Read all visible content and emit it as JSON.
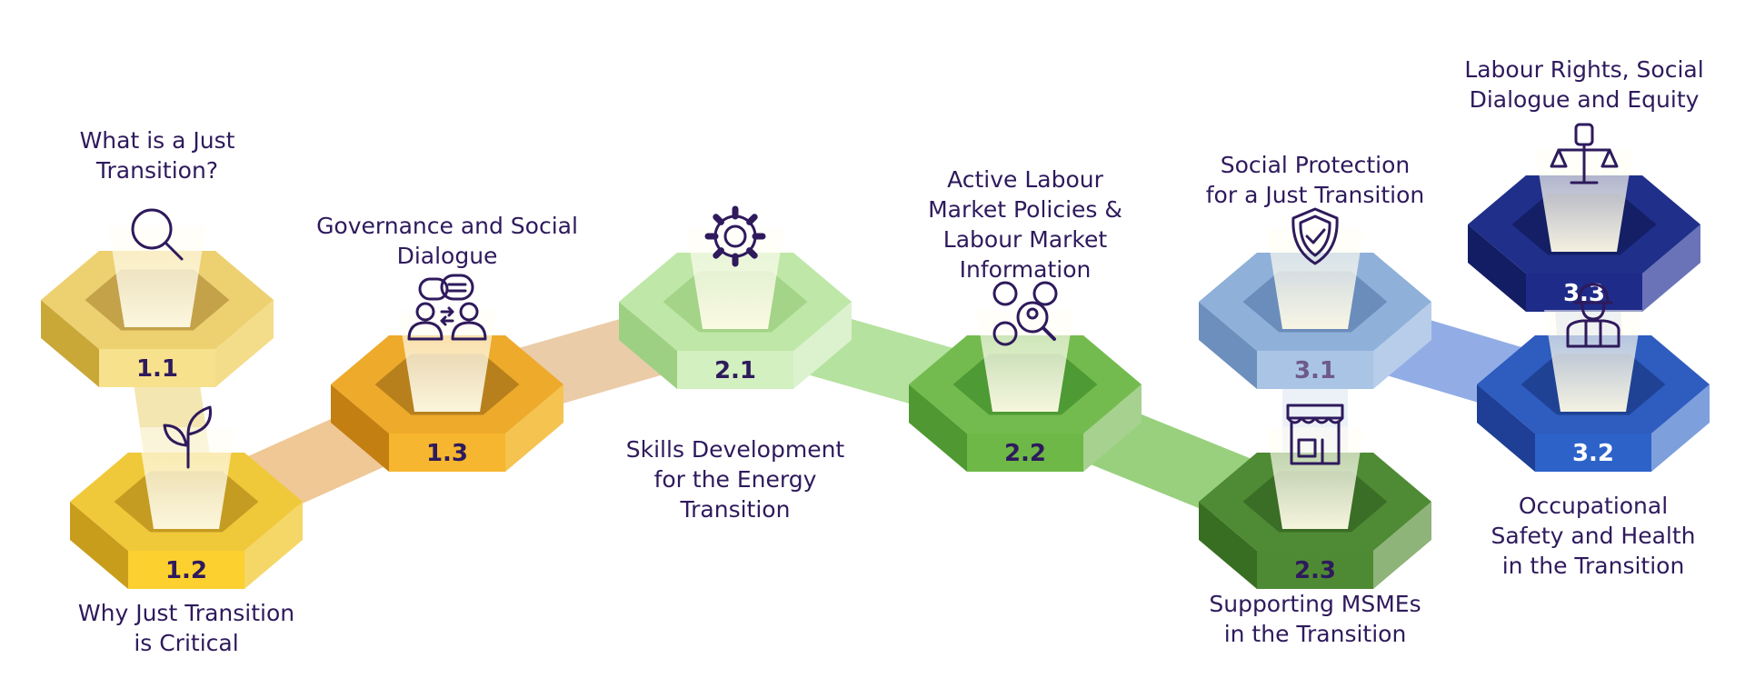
{
  "modules": [
    {
      "id": "1.1",
      "number": "1.1",
      "icon": "magnifier-icon",
      "title_lines": [
        "What is a Just",
        "Transition?"
      ],
      "colors": {
        "top": "#edd070",
        "left": "#c9a838",
        "right": "#f4dd8a",
        "front": "#f8e18c",
        "inner": "#c4a24a",
        "text": "#2e1a5c"
      }
    },
    {
      "id": "1.2",
      "number": "1.2",
      "icon": "sprout-icon",
      "title_lines": [
        "Why Just Transition",
        "is Critical"
      ],
      "colors": {
        "top": "#f0c93a",
        "left": "#c99d1c",
        "right": "#f5d768",
        "front": "#fbd02f",
        "inner": "#c59c22",
        "text": "#2e1a5c"
      }
    },
    {
      "id": "1.3",
      "number": "1.3",
      "icon": "chat-exchange-icon",
      "title_lines": [
        "Governance and Social",
        "Dialogue"
      ],
      "colors": {
        "top": "#eeaa2b",
        "left": "#c47f12",
        "right": "#f5c350",
        "front": "#f6b62f",
        "inner": "#b8801c",
        "text": "#2e1a5c"
      }
    },
    {
      "id": "2.1",
      "number": "2.1",
      "icon": "gear-icon",
      "title_lines": [
        "Skills Development",
        "for the Energy",
        "Transition"
      ],
      "colors": {
        "top": "#bfe7a8",
        "left": "#9dd083",
        "right": "#dcf2cf",
        "front": "#d2f0c0",
        "inner": "#a3d488",
        "text": "#2e1a5c"
      }
    },
    {
      "id": "2.2",
      "number": "2.2",
      "icon": "people-search-icon",
      "title_lines": [
        "Active Labour",
        "Market Policies &",
        "Labour Market",
        "Information"
      ],
      "colors": {
        "top": "#74bb4f",
        "left": "#4f9832",
        "right": "#a6d18f",
        "front": "#6db846",
        "inner": "#4e9a34",
        "text": "#2e1a5c"
      }
    },
    {
      "id": "2.3",
      "number": "2.3",
      "icon": "shop-icon",
      "title_lines": [
        "Supporting MSMEs",
        "in the Transition"
      ],
      "colors": {
        "top": "#4f8a34",
        "left": "#386e22",
        "right": "#8eb47a",
        "front": "#4e8a33",
        "inner": "#3a6d25",
        "text": "#2e1a5c"
      }
    },
    {
      "id": "3.1",
      "number": "3.1",
      "icon": "shield-check-icon",
      "title_lines": [
        "Social Protection",
        "for a Just Transition"
      ],
      "colors": {
        "top": "#8fb0d8",
        "left": "#6d8fbd",
        "right": "#b8cde9",
        "front": "#aac4e6",
        "inner": "#6b8dbc",
        "text": "#6e5a8a"
      }
    },
    {
      "id": "3.2",
      "number": "3.2",
      "icon": "worker-helmet-icon",
      "title_lines": [
        "Occupational",
        "Safety and Health",
        "in the Transition"
      ],
      "colors": {
        "top": "#2e5cbf",
        "left": "#1e3f95",
        "right": "#7d9fdc",
        "front": "#2d62c9",
        "inner": "#1f4294",
        "text": "#ffffff"
      }
    },
    {
      "id": "3.3",
      "number": "3.3",
      "icon": "fist-scales-icon",
      "title_lines": [
        "Labour Rights, Social",
        "Dialogue and Equity"
      ],
      "colors": {
        "top": "#1f2f8a",
        "left": "#131d63",
        "right": "#6a72b8",
        "front": "#1e2b88",
        "inner": "#141f66",
        "text": "#ffffff"
      }
    }
  ],
  "connectors": [
    {
      "from": "1.1",
      "to": "1.2",
      "color": "#f1e2a3"
    },
    {
      "from": "1.2",
      "to": "1.3",
      "color": "#ecbe84"
    },
    {
      "from": "1.3",
      "to": "2.1",
      "color": "#e8c39a"
    },
    {
      "from": "2.1",
      "to": "2.2",
      "color": "#a8dd8e"
    },
    {
      "from": "2.2",
      "to": "2.3",
      "color": "#86c866"
    },
    {
      "from": "2.3",
      "to": "3.1",
      "color": "#e9eef6"
    },
    {
      "from": "3.1",
      "to": "3.2",
      "color": "#7f9fe0"
    },
    {
      "from": "3.2",
      "to": "3.3",
      "color": "#d4dcec"
    }
  ]
}
